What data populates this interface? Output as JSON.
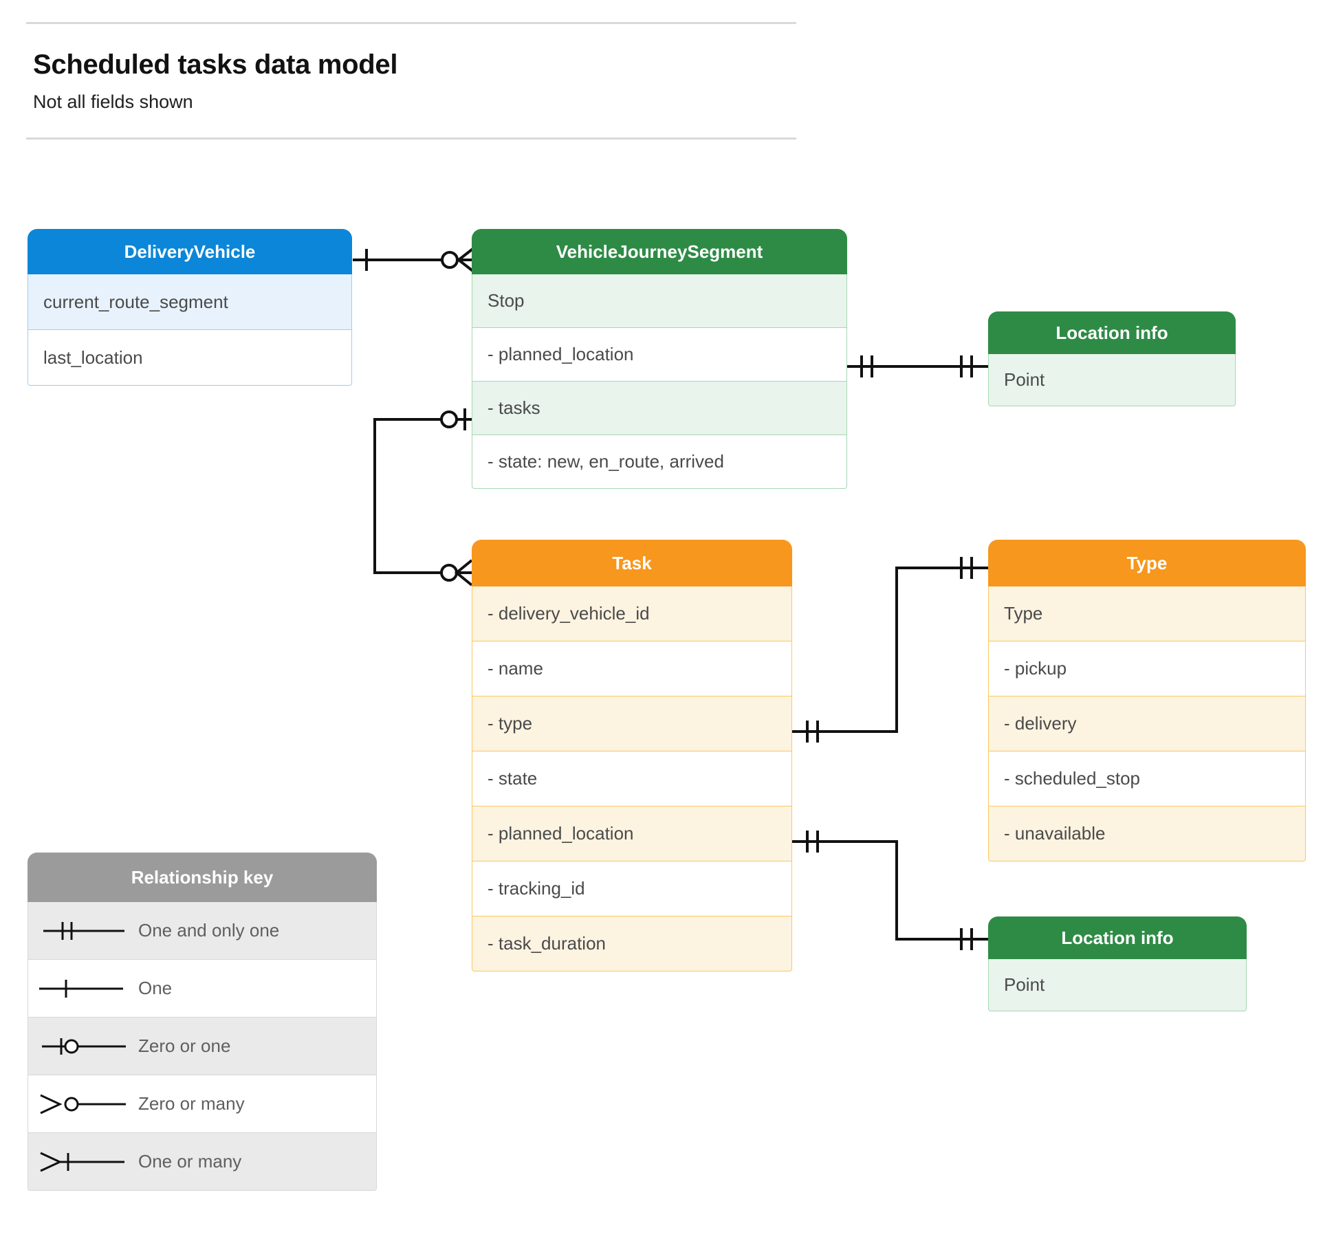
{
  "header": {
    "title": "Scheduled tasks data model",
    "subtitle": "Not all fields shown"
  },
  "colors": {
    "blue": "#0b86d8",
    "green": "#2e8b46",
    "orange": "#f7971d",
    "gray": "#9b9b9b",
    "line": "#111111"
  },
  "entities": {
    "delivery_vehicle": {
      "title": "DeliveryVehicle",
      "rows": [
        "current_route_segment",
        "last_location"
      ]
    },
    "vehicle_journey_segment": {
      "title": "VehicleJourneySegment",
      "rows": [
        "Stop",
        "-  planned_location",
        "- tasks",
        "- state: new, en_route, arrived"
      ]
    },
    "location_info_top": {
      "title": "Location info",
      "rows": [
        "Point"
      ]
    },
    "task": {
      "title": "Task",
      "rows": [
        "- delivery_vehicle_id",
        "- name",
        "- type",
        "- state",
        "- planned_location",
        "- tracking_id",
        "- task_duration"
      ]
    },
    "type": {
      "title": "Type",
      "rows": [
        "Type",
        "-  pickup",
        "-  delivery",
        "-  scheduled_stop",
        "-  unavailable"
      ]
    },
    "location_info_bottom": {
      "title": "Location info",
      "rows": [
        "Point"
      ]
    }
  },
  "legend": {
    "title": "Relationship key",
    "items": [
      {
        "symbol": "one-and-only-one",
        "label": "One and only one"
      },
      {
        "symbol": "one",
        "label": "One"
      },
      {
        "symbol": "zero-or-one",
        "label": "Zero or one"
      },
      {
        "symbol": "zero-or-many",
        "label": "Zero or many"
      },
      {
        "symbol": "one-or-many",
        "label": "One or many"
      }
    ]
  },
  "relationships": [
    {
      "from": "DeliveryVehicle",
      "to": "VehicleJourneySegment",
      "from_cardinality": "one",
      "to_cardinality": "zero-or-many"
    },
    {
      "from": "VehicleJourneySegment.planned_location",
      "to": "Location info",
      "from_cardinality": "one-and-only-one",
      "to_cardinality": "one-and-only-one"
    },
    {
      "from": "VehicleJourneySegment.tasks",
      "to": "Task",
      "from_cardinality": "zero-or-one",
      "to_cardinality": "zero-or-many"
    },
    {
      "from": "Task.type",
      "to": "Type",
      "from_cardinality": "one-and-only-one",
      "to_cardinality": "one-and-only-one"
    },
    {
      "from": "Task.planned_location",
      "to": "Location info",
      "from_cardinality": "one-and-only-one",
      "to_cardinality": "one-and-only-one"
    }
  ]
}
